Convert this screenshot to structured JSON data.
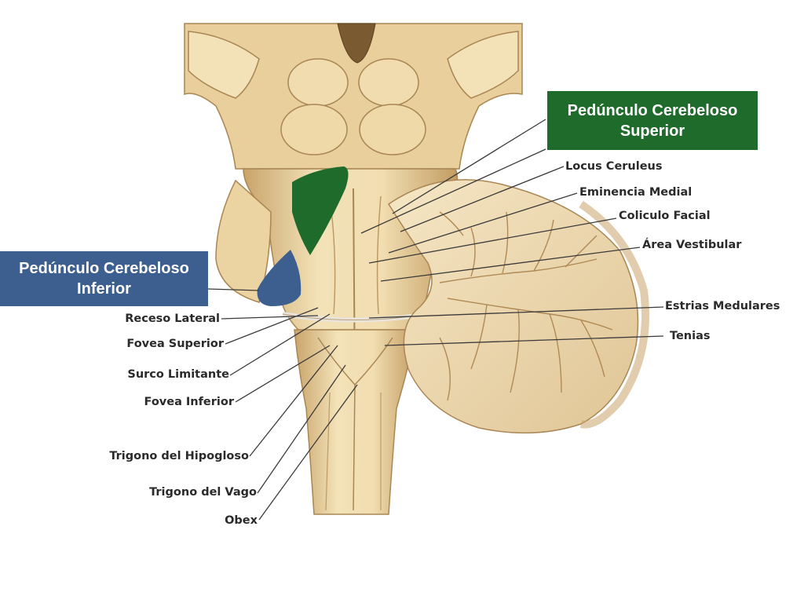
{
  "labels": {
    "locus_ceruleus": "Locus Ceruleus",
    "eminencia_medial": "Eminencia Medial",
    "coliculo_facial": "Coliculo Facial",
    "area_vestibular": "Área Vestibular",
    "estrias_medulares": "Estrias Medulares",
    "tenias": "Tenias",
    "receso_lateral": "Receso Lateral",
    "fovea_superior": "Fovea Superior",
    "surco_limitante": "Surco Limitante",
    "fovea_inferior": "Fovea Inferior",
    "trigono_hipogloso": "Trigono del Hipogloso",
    "trigono_vago": "Trigono del Vago",
    "obex": "Obex"
  },
  "callouts": {
    "superior": {
      "line1": "Pedúnculo Cerebeloso",
      "line2": "Superior",
      "color": "#1f6b2b"
    },
    "inferior": {
      "line1": "Pedúnculo Cerebeloso",
      "line2": "Inferior",
      "color": "#3c5f8f"
    }
  },
  "colors": {
    "tissue_light": "#f2dfb4",
    "tissue_mid": "#dfc08a",
    "tissue_dark": "#a98654",
    "superior_peduncle": "#1f6b2b",
    "inferior_peduncle": "#3c5f8f",
    "leader_line": "#3a3a3a"
  }
}
